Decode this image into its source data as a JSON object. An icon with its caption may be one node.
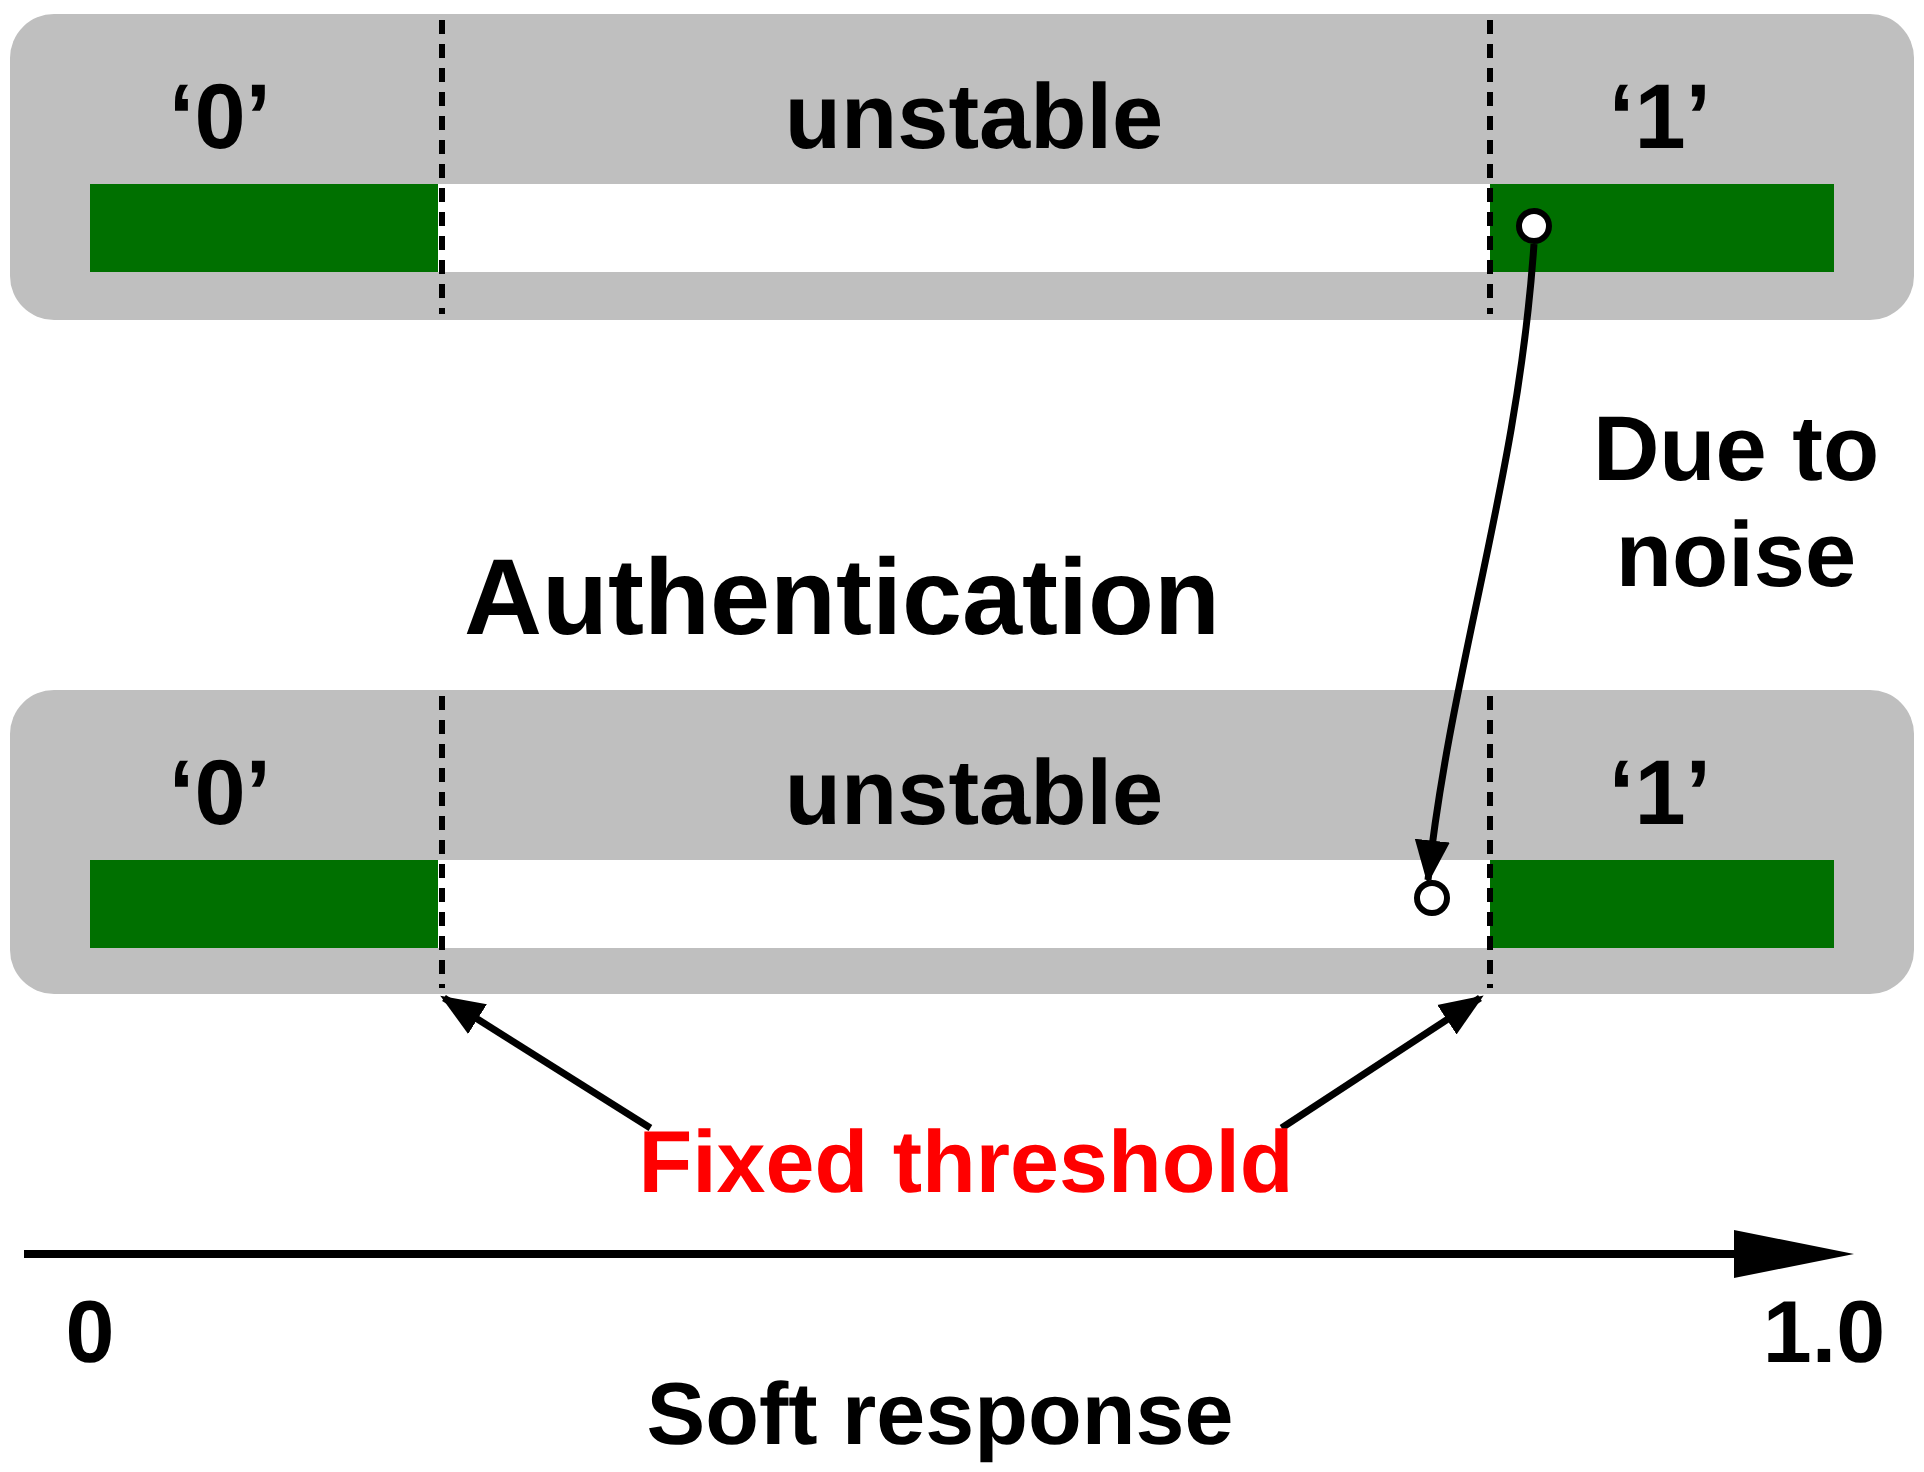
{
  "diagram": {
    "nodes": [
      {
        "text": [
          "‘0’",
          "unstable",
          "‘1’"
        ]
      },
      {
        "text": [],
        "shape": "circle",
        "in": 0
      },
      {
        "text": [
          "‘0’",
          "unstable",
          "‘1’"
        ]
      },
      {
        "text": [],
        "shape": "circle",
        "in": 2
      },
      {
        "text": [
          "Fixed threshold"
        ]
      }
    ],
    "edges": [
      {
        "from": 1,
        "to": 3,
        "arrow": "to",
        "label": "Due to noise"
      },
      {
        "from": 4,
        "to": 2,
        "arrow": "to"
      },
      {
        "from": 4,
        "to": 2,
        "arrow": "to"
      }
    ],
    "labels": [
      "Authentication",
      "0",
      "1.0",
      "Soft response"
    ]
  }
}
